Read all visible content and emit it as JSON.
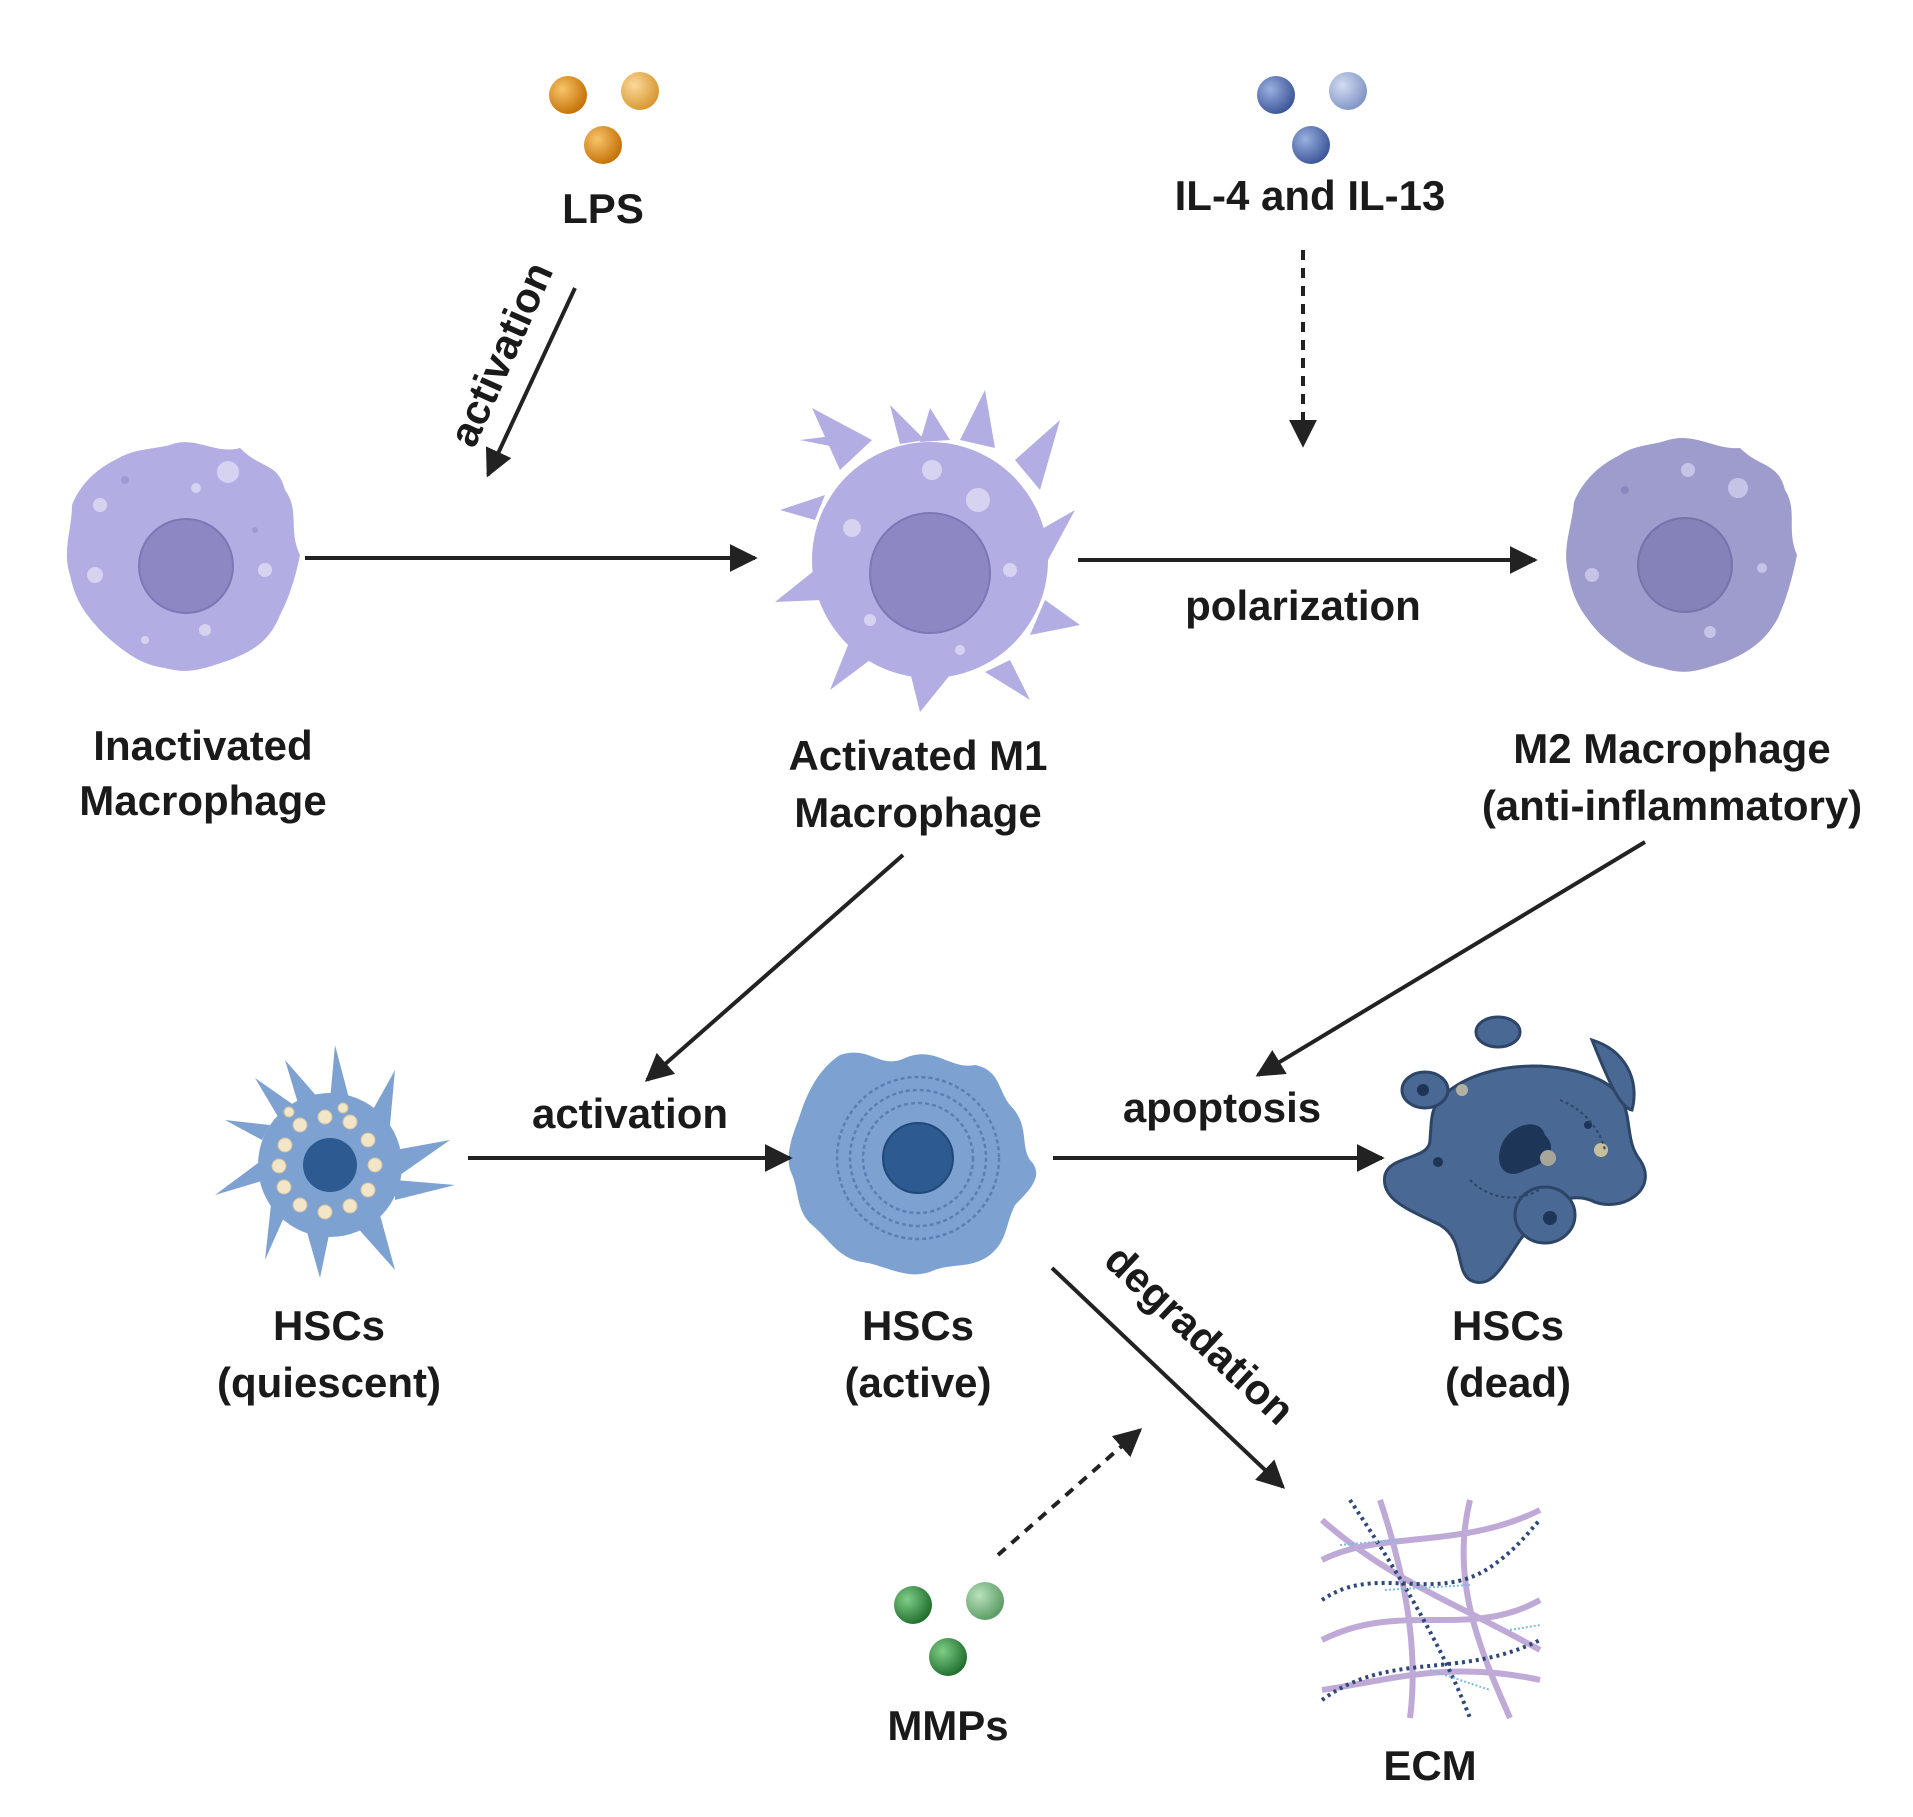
{
  "stimuli": {
    "lps": "LPS",
    "il4_il13": "IL-4 and IL-13",
    "mmps": "MMPs"
  },
  "edges": {
    "lps_activation": "activation",
    "polarization": "polarization",
    "hsc_activation": "activation",
    "apoptosis": "apoptosis",
    "degradation": "degradation"
  },
  "nodes": {
    "inactivated_macrophage": {
      "line1": "Inactivated",
      "line2": "Macrophage"
    },
    "m1_macrophage": {
      "line1": "Activated M1",
      "line2": "Macrophage"
    },
    "m2_macrophage": {
      "line1": "M2 Macrophage",
      "line2": "(anti-inflammatory)"
    },
    "hsc_quiescent": {
      "line1": "HSCs",
      "line2": "(quiescent)"
    },
    "hsc_active": {
      "line1": "HSCs",
      "line2": "(active)"
    },
    "hsc_dead": {
      "line1": "HSCs",
      "line2": "(dead)"
    },
    "ecm": {
      "line1": "ECM"
    }
  },
  "colors": {
    "macrophage": "#b2aee3",
    "m2_macrophage": "#9e9ccd",
    "macrophage_nucleus": "#8d87c4",
    "hsc": "#7da2d2",
    "hsc_nucleus": "#2c5a91",
    "hsc_dead": "#4a6894",
    "lps": "#dd8a0e",
    "il": "#4e6fb0",
    "mmp": "#2f8a3d",
    "arrow": "#222222"
  }
}
